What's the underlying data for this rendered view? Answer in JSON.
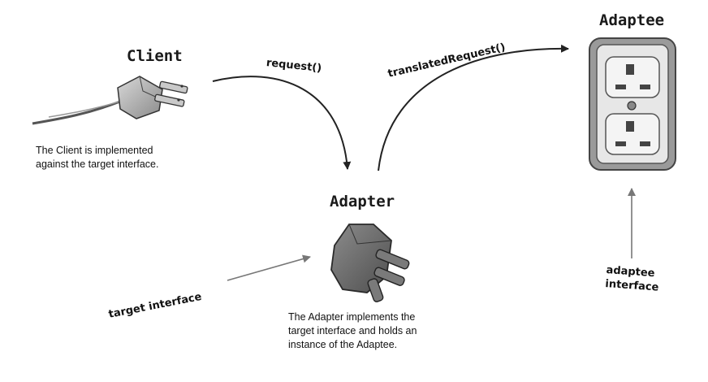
{
  "client": {
    "title": "Client",
    "note_lines": [
      "The Client is implemented",
      "against the target interface."
    ]
  },
  "adapter": {
    "title": "Adapter",
    "note_lines": [
      "The Adapter implements the",
      "target interface and holds an",
      "instance of the Adaptee."
    ]
  },
  "adaptee": {
    "title": "Adaptee"
  },
  "arrows": {
    "request": "request()",
    "translated_request": "translatedRequest()",
    "target_interface": "target interface",
    "adaptee_interface_lines": [
      "adaptee",
      "interface"
    ]
  },
  "colors": {
    "arrow": "#222222",
    "pointer_arrow": "#777777",
    "outlet_face": "#e7e7e7",
    "outlet_frame": "#9a9a9a",
    "adapter_body": "#6e6e6e",
    "plug_body": "#a8a8a8"
  }
}
